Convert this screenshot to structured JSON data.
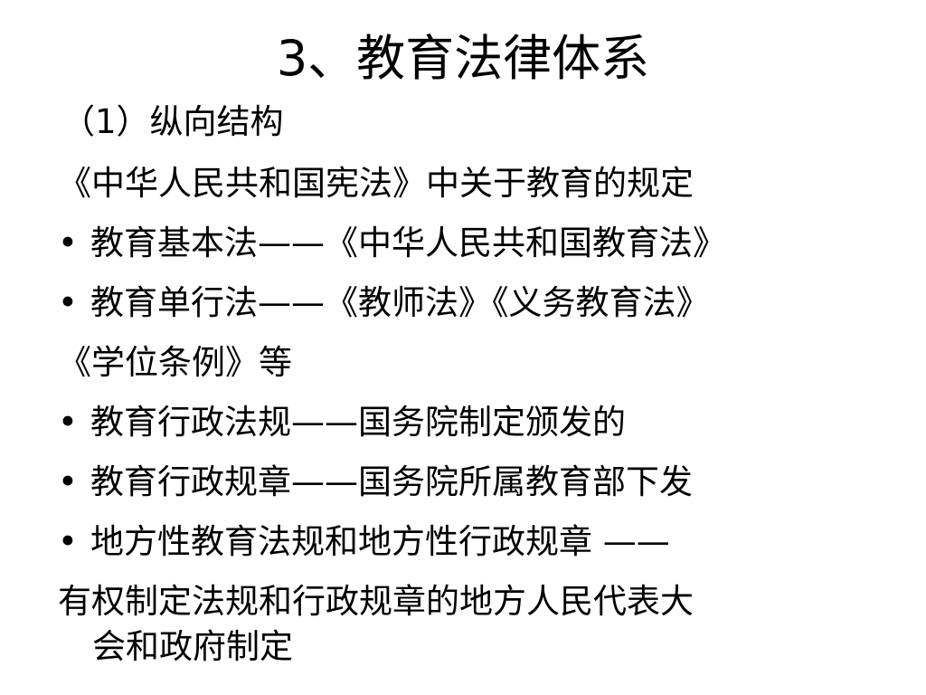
{
  "title": "3、教育法律体系",
  "lines": [
    {
      "text": "（1）纵向结构"
    },
    {
      "text": "《中华人民共和国宪法》中关于教育的规定"
    },
    {
      "bullet": "•",
      "text": "教育基本法——《中华人民共和国教育法》"
    },
    {
      "bullet": "•",
      "text": "教育单行法——《教师法》《义务教育法》"
    },
    {
      "text": "《学位条例》等"
    },
    {
      "bullet": "•",
      "text": "教育行政法规——国务院制定颁发的"
    },
    {
      "bullet": "•",
      "text": "教育行政规章——国务院所属教育部下发"
    },
    {
      "bullet": "•",
      "text": "地方性教育法规和地方性行政规章 ——"
    },
    {
      "text": "有权制定法规和行政规章的地方人民代表大"
    },
    {
      "text": "会和政府制定"
    }
  ]
}
